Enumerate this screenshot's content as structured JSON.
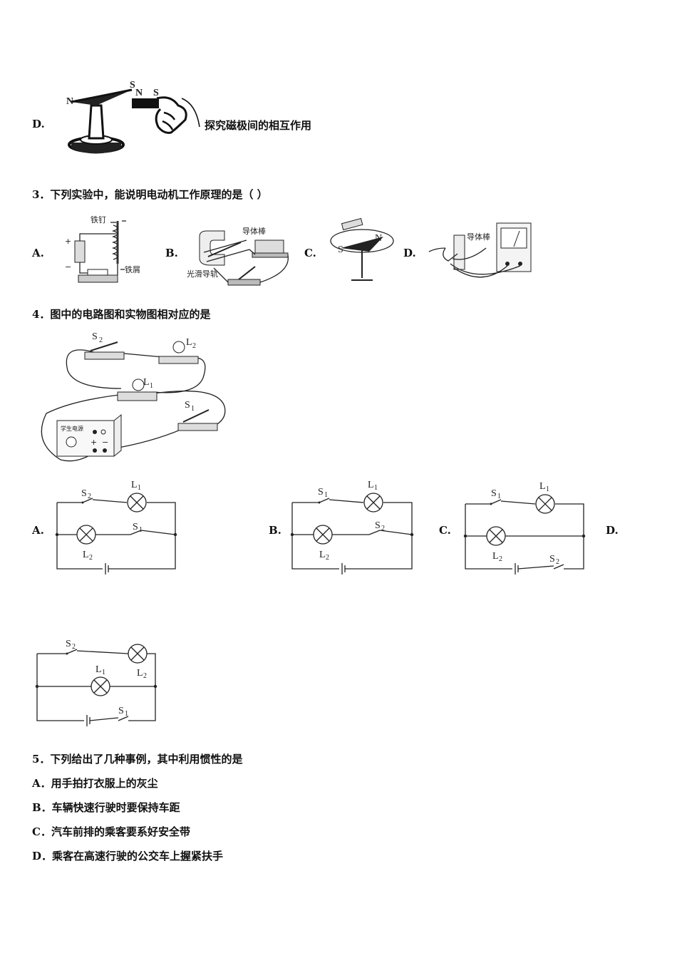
{
  "q2": {
    "optionD": {
      "letter": "D.",
      "caption": "探究磁极间的相互作用",
      "labels": [
        "N",
        "S",
        "N",
        "S"
      ]
    }
  },
  "q3": {
    "stem": "3．下列实验中，能说明电动机工作原理的是（ ）",
    "options": [
      {
        "letter": "A.",
        "labels": [
          "铁钉",
          "铁屑"
        ]
      },
      {
        "letter": "B.",
        "labels": [
          "导体棒",
          "光滑导轨"
        ]
      },
      {
        "letter": "C.",
        "labels": [
          "N",
          "S"
        ]
      },
      {
        "letter": "D.",
        "labels": [
          "导体棒"
        ]
      }
    ]
  },
  "q4": {
    "stem": "4．图中的电路图和实物图相对应的是",
    "physical_labels": {
      "s2": "S",
      "l2": "L",
      "l1": "L",
      "s1": "S",
      "power": "学生电源"
    },
    "options": [
      {
        "letter": "A.",
        "top_switch": "S",
        "top_switch_sub": "2",
        "top_lamp": "L",
        "top_lamp_sub": "1",
        "mid_switch": "S",
        "mid_switch_sub": "1",
        "mid_lamp": "L",
        "mid_lamp_sub": "2"
      },
      {
        "letter": "B.",
        "top_switch": "S",
        "top_switch_sub": "1",
        "top_lamp": "L",
        "top_lamp_sub": "1",
        "mid_switch": "S",
        "mid_switch_sub": "2",
        "mid_lamp": "L",
        "mid_lamp_sub": "2"
      },
      {
        "letter": "C.",
        "top_switch": "S",
        "top_switch_sub": "1",
        "top_lamp": "L",
        "top_lamp_sub": "1",
        "mid_lamp": "L",
        "mid_lamp_sub": "2",
        "bottom_switch": "S",
        "bottom_switch_sub": "2"
      },
      {
        "letter": "D.",
        "top_switch": "S",
        "top_switch_sub": "2",
        "top_lamp": "L",
        "top_lamp_sub": "2",
        "mid_lamp": "L",
        "mid_lamp_sub": "1",
        "bottom_switch": "S",
        "bottom_switch_sub": "1"
      }
    ]
  },
  "q5": {
    "stem": "5．下列给出了几种事例，其中利用惯性的是",
    "options": [
      "A．用手拍打衣服上的灰尘",
      "B．车辆快速行驶时要保持车距",
      "C．汽车前排的乘客要系好安全带",
      "D．乘客在高速行驶的公交车上握紧扶手"
    ]
  }
}
